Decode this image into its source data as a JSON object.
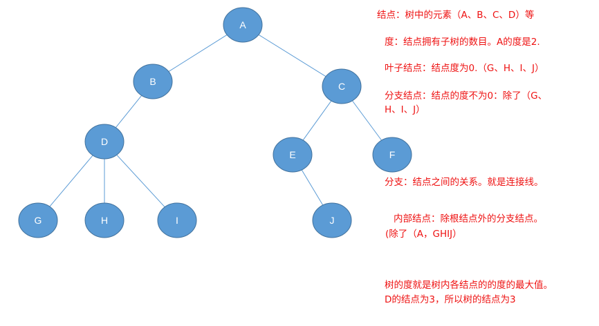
{
  "colors": {
    "node_fill": "#5b9bd5",
    "node_stroke": "#41719c",
    "edge": "#5b9bd5",
    "note_text": "#ee1111",
    "label": "#ffffff"
  },
  "tree": {
    "nodes": [
      "A",
      "B",
      "C",
      "D",
      "E",
      "F",
      "G",
      "H",
      "I",
      "J"
    ],
    "edges": [
      [
        "A",
        "B"
      ],
      [
        "A",
        "C"
      ],
      [
        "B",
        "D"
      ],
      [
        "C",
        "E"
      ],
      [
        "C",
        "F"
      ],
      [
        "D",
        "G"
      ],
      [
        "D",
        "H"
      ],
      [
        "D",
        "I"
      ],
      [
        "E",
        "J"
      ]
    ]
  },
  "notes": {
    "node_def": "结点：树中的元素（A、B、C、D）等",
    "degree_def": "度：结点拥有子树的数目。A的度是2.",
    "leaf_def": "叶子结点：结点度为0.（G、H、I、J）",
    "branch_node_def_1": "分支结点：结点的度不为0：除了（G、",
    "branch_node_def_2": "H、I、J）",
    "branch_def": "分支：结点之间的关系。就是连接线。",
    "internal_def_1": "内部结点：除根结点外的分支结点。",
    "internal_def_2": "(除了（A，GHIJ）",
    "tree_degree_1": "树的度就是树内各结点的的度的最大值。",
    "tree_degree_2": "D的结点为3，所以树的结点为3"
  }
}
